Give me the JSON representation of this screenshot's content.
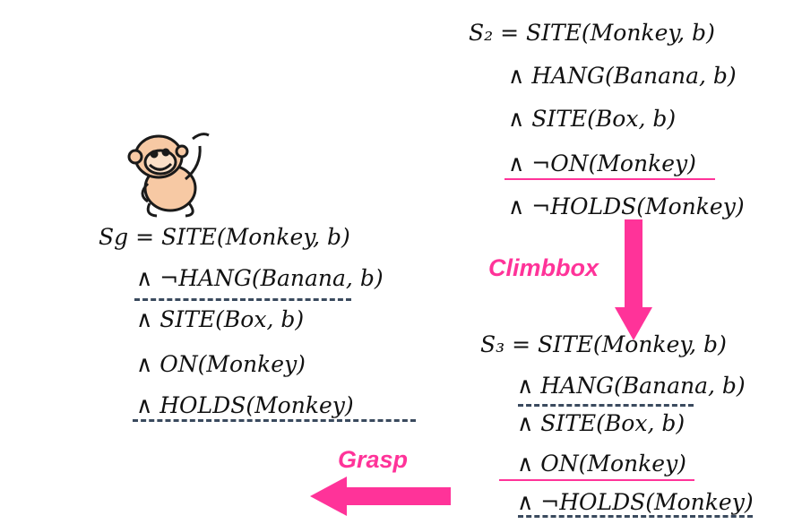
{
  "colors": {
    "accent": "#ff3399",
    "dash": "#3a4a5e",
    "text": "#111111"
  },
  "monkey_icon": "monkey-clipart-icon",
  "s2": {
    "lines": [
      "S₂ = SITE(Monkey, b)",
      "∧ HANG(Banana, b)",
      "∧ SITE(Box, b)",
      "∧ ¬ON(Monkey)",
      "∧ ¬HOLDS(Monkey)"
    ]
  },
  "sg": {
    "lines": [
      "Sg = SITE(Monkey, b)",
      "∧ ¬HANG(Banana, b)",
      "∧ SITE(Box, b)",
      "∧ ON(Monkey)",
      "∧ HOLDS(Monkey)"
    ]
  },
  "s3": {
    "lines": [
      "S₃ = SITE(Monkey, b)",
      "∧ HANG(Banana, b)",
      "∧ SITE(Box, b)",
      "∧ ON(Monkey)",
      "∧ ¬HOLDS(Monkey)"
    ]
  },
  "labels": {
    "climbbox": "Climbbox",
    "grasp": "Grasp"
  }
}
